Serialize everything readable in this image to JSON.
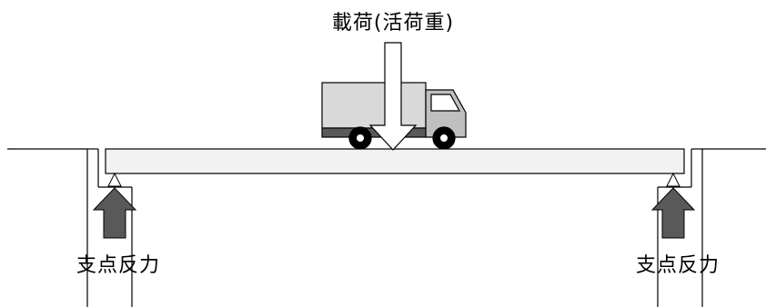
{
  "labels": {
    "load": "載荷(活荷重)",
    "reaction_left": "支点反力",
    "reaction_right": "支点反力"
  },
  "colors": {
    "line": "#000000",
    "beam_fill": "#f2f2f2",
    "reaction_arrow": "#595959",
    "truck_body": "#d9d9d9",
    "truck_cab": "#bfbfbf",
    "truck_chassis": "#595959",
    "load_arrow_fill": "#ffffff"
  },
  "icons": {
    "vehicle": "truck-icon",
    "load": "down-arrow-icon",
    "reaction": "up-arrow-icon",
    "support": "triangle-bearing-icon"
  }
}
